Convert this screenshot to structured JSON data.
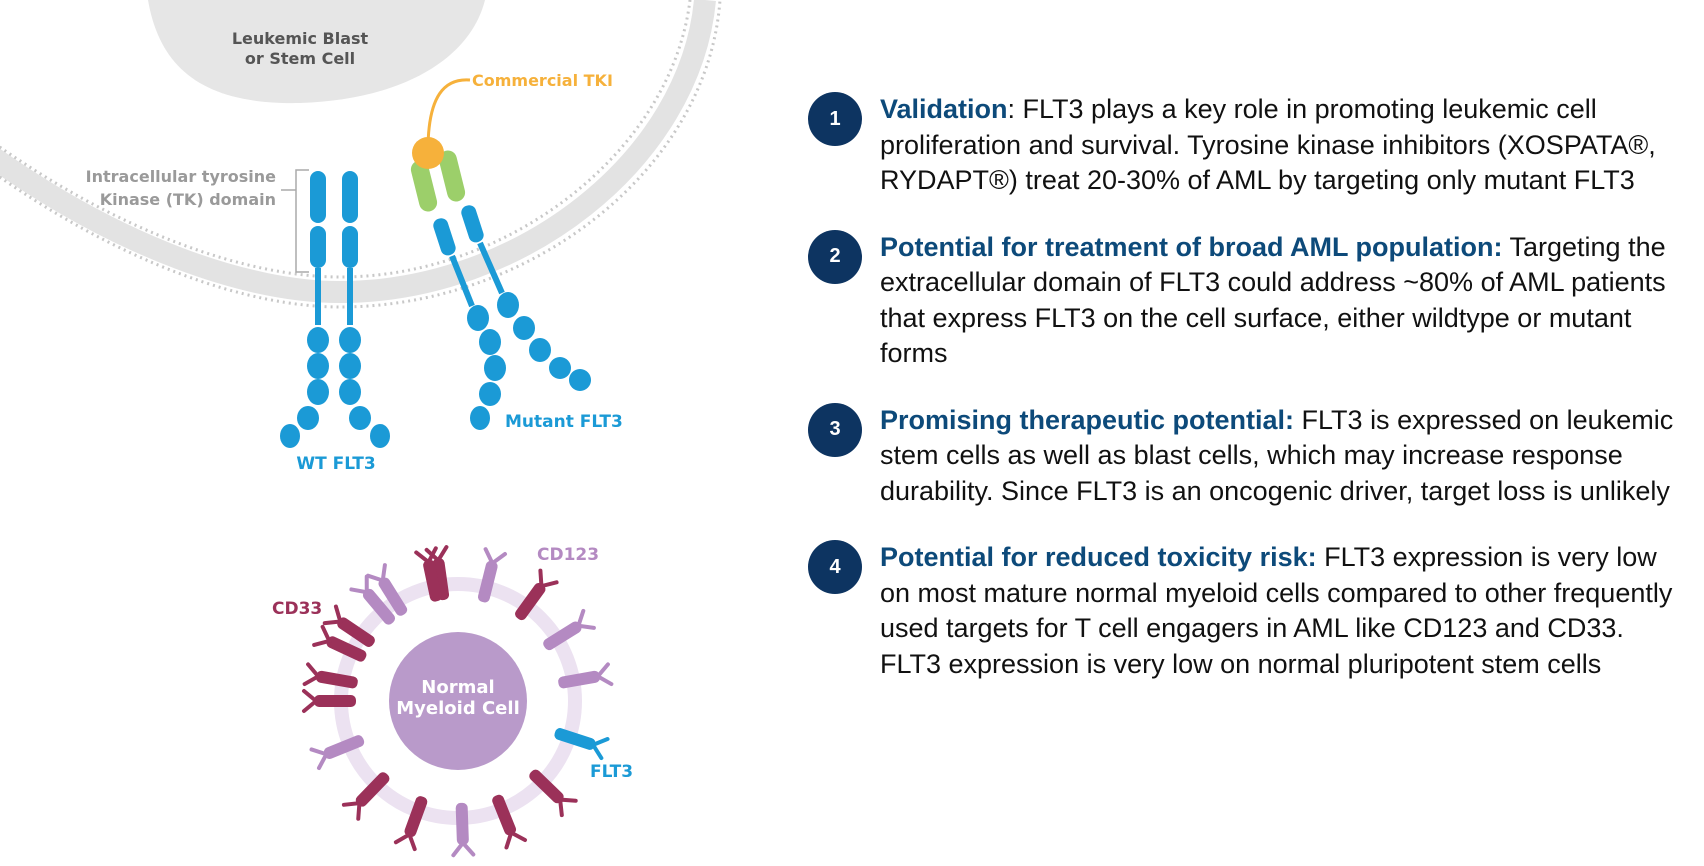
{
  "diagram": {
    "cell_label": [
      "Leukemic Blast",
      "or Stem Cell"
    ],
    "tki_label": "Commercial TKI",
    "tk_domain_label": [
      "Intracellular tyrosine",
      "Kinase (TK) domain"
    ],
    "wt_label": "WT FLT3",
    "mutant_label": "Mutant FLT3",
    "myeloid_label": [
      "Normal",
      "Myeloid Cell"
    ],
    "cd123_label": "CD123",
    "cd33_label": "CD33",
    "flt3_label": "FLT3",
    "colors": {
      "flt3_blue": "#1b9ad6",
      "tki_orange": "#f6b13b",
      "tk_green": "#9ccf6a",
      "cd33_maroon": "#9b3159",
      "cd123_purple": "#b48ac2",
      "myeloid_fill": "#b99aca",
      "membrane_grey": "#e3e3e3",
      "badge_navy": "#0d3461"
    }
  },
  "points": [
    {
      "num": "1",
      "head": "Validation",
      "body": ": FLT3 plays a key role in promoting leukemic cell proliferation and survival.  Tyrosine kinase inhibitors (XOSPATA®, RYDAPT®) treat 20-30% of AML by targeting only mutant FLT3"
    },
    {
      "num": "2",
      "head": "Potential for treatment of broad AML population:",
      "body": " Targeting the extracellular domain of FLT3 could address ~80% of AML patients that express FLT3 on the cell surface, either wildtype or mutant forms"
    },
    {
      "num": "3",
      "head": "Promising therapeutic potential:",
      "body": " FLT3 is expressed on leukemic stem cells as well as blast cells, which may increase response durability. Since FLT3 is an oncogenic driver, target loss is unlikely"
    },
    {
      "num": "4",
      "head": "Potential for reduced toxicity risk:",
      "body": " FLT3 expression is very low on most mature normal myeloid cells compared to other frequently used targets for T cell engagers in AML like CD123 and CD33. FLT3 expression is very low on normal pluripotent stem cells"
    }
  ]
}
